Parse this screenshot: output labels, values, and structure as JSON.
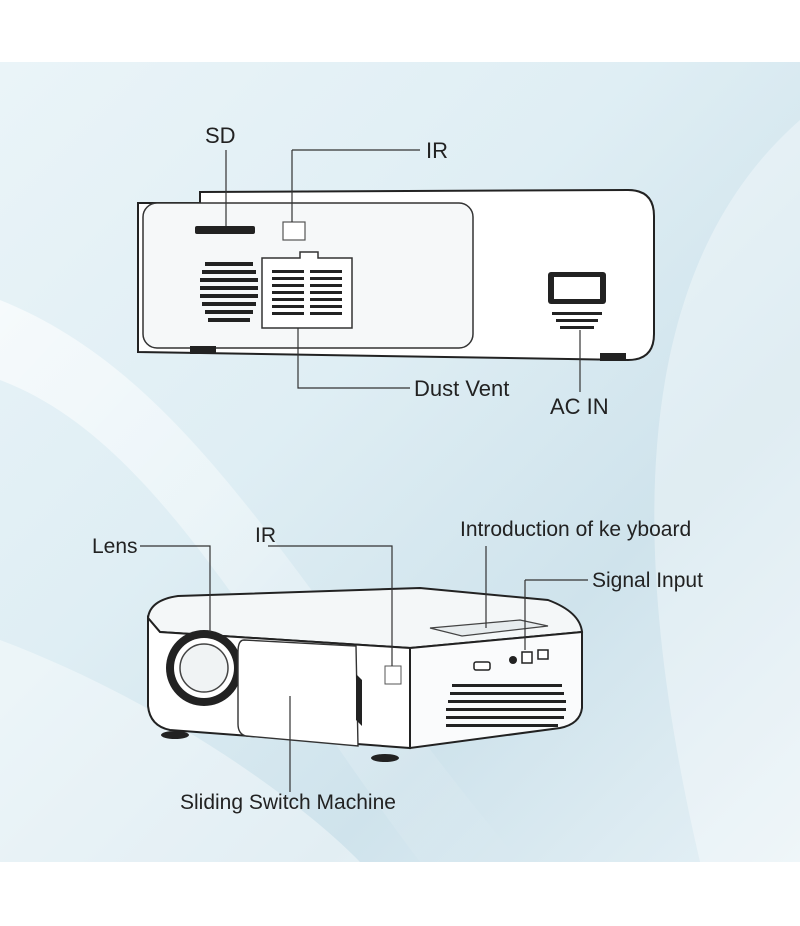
{
  "top_view": {
    "labels": {
      "sd": "SD",
      "ir": "IR",
      "dust_vent": "Dust Vent",
      "ac_in": "AC  IN"
    }
  },
  "perspective_view": {
    "labels": {
      "lens": "Lens",
      "ir": "IR",
      "keyboard": "Introduction of ke yboard",
      "signal_input": "Signal Input",
      "sliding_switch": "Sliding Switch Machine"
    }
  },
  "colors": {
    "background_light": "#eaf4f8",
    "outline": "#222222"
  }
}
